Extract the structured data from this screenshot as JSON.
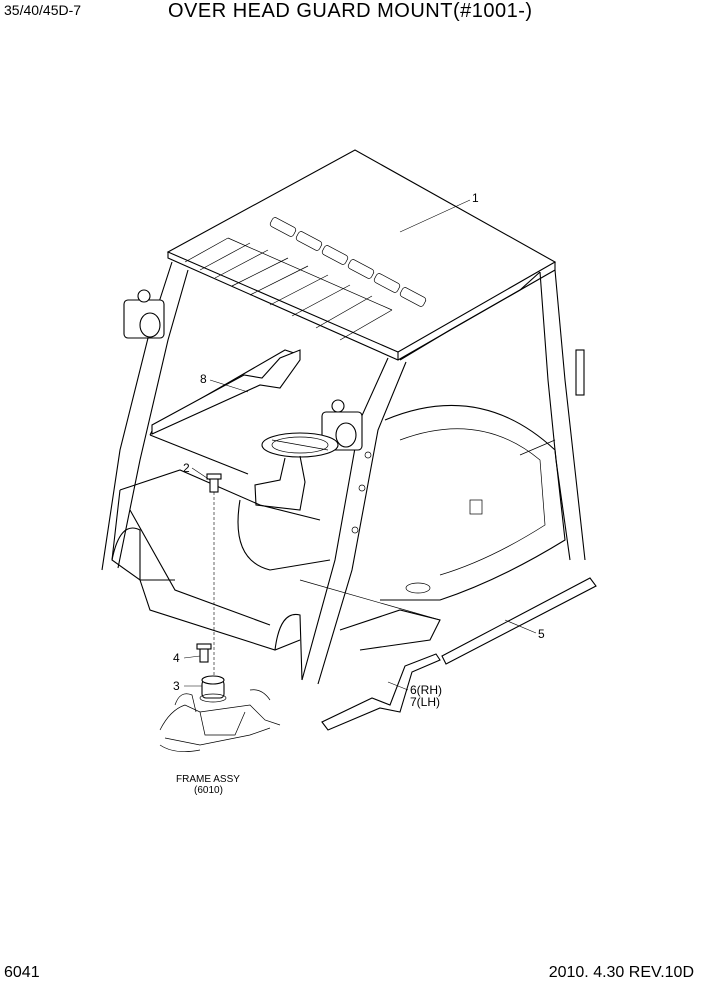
{
  "header": {
    "model": "35/40/45D-7",
    "title": "OVER HEAD GUARD MOUNT(#1001-)"
  },
  "callouts": [
    {
      "label": "1"
    },
    {
      "label": "2"
    },
    {
      "label": "3"
    },
    {
      "label": "4"
    },
    {
      "label": "5"
    },
    {
      "label": "6(RH)"
    },
    {
      "label": "7(LH)"
    },
    {
      "label": "8"
    }
  ],
  "reference": {
    "name": "FRAME ASSY",
    "code": "(6010)"
  },
  "footer": {
    "page": "6041",
    "date_rev": "2010. 4.30  REV.10D"
  }
}
